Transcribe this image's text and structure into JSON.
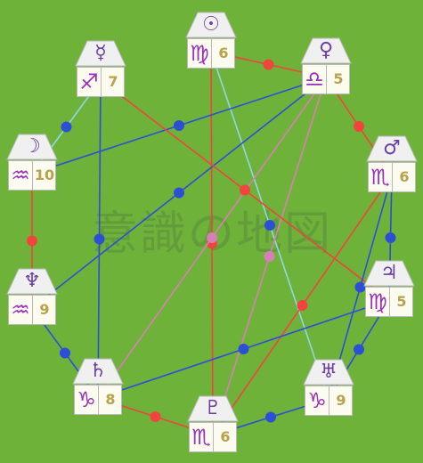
{
  "watermark": "意識の地図",
  "colors": {
    "background": "#6fb23a",
    "red_line": "#f0443c",
    "blue_line": "#2d4fd6",
    "lightblue_line": "#8fd6e8",
    "pink_line": "#d77fb6",
    "planet_glyph": "#6a3fa0",
    "sign_glyph": "#9c2fb8",
    "house_number": "#b8a24a"
  },
  "houses": [
    {
      "id": "sun",
      "planet": "☉",
      "sign": "♍",
      "number": "6"
    },
    {
      "id": "venus",
      "planet": "♀",
      "sign": "♎",
      "number": "5"
    },
    {
      "id": "mars",
      "planet": "♂",
      "sign": "♏",
      "number": "6"
    },
    {
      "id": "jupiter",
      "planet": "♃",
      "sign": "♍",
      "number": "5"
    },
    {
      "id": "uranus",
      "planet": "♅",
      "sign": "♑",
      "number": "9"
    },
    {
      "id": "pluto",
      "planet": "♇",
      "sign": "♏",
      "number": "6"
    },
    {
      "id": "saturn",
      "planet": "♄",
      "sign": "♑",
      "number": "8"
    },
    {
      "id": "neptune",
      "planet": "♆",
      "sign": "♒",
      "number": "9"
    },
    {
      "id": "moon",
      "planet": "☽",
      "sign": "♒",
      "number": "10"
    },
    {
      "id": "mercury",
      "planet": "☿",
      "sign": "♐",
      "number": "7"
    }
  ],
  "connections": [
    {
      "from": "sun",
      "to": "venus",
      "color": "red_line"
    },
    {
      "from": "venus",
      "to": "mars",
      "color": "red_line"
    },
    {
      "from": "mars",
      "to": "jupiter",
      "color": "blue_line"
    },
    {
      "from": "jupiter",
      "to": "uranus",
      "color": "blue_line"
    },
    {
      "from": "uranus",
      "to": "pluto",
      "color": "blue_line"
    },
    {
      "from": "pluto",
      "to": "saturn",
      "color": "red_line"
    },
    {
      "from": "saturn",
      "to": "neptune",
      "color": "blue_line"
    },
    {
      "from": "neptune",
      "to": "moon",
      "color": "red_line"
    },
    {
      "from": "moon",
      "to": "mercury",
      "color": "lightblue_line"
    },
    {
      "from": "sun",
      "to": "pluto",
      "color": "red_line"
    },
    {
      "from": "sun",
      "to": "uranus",
      "color": "lightblue_line"
    },
    {
      "from": "venus",
      "to": "moon",
      "color": "blue_line"
    },
    {
      "from": "venus",
      "to": "neptune",
      "color": "blue_line"
    },
    {
      "from": "venus",
      "to": "saturn",
      "color": "pink_line"
    },
    {
      "from": "venus",
      "to": "pluto",
      "color": "pink_line"
    },
    {
      "from": "mercury",
      "to": "saturn",
      "color": "blue_line"
    },
    {
      "from": "mercury",
      "to": "jupiter",
      "color": "red_line"
    },
    {
      "from": "mars",
      "to": "uranus",
      "color": "blue_line"
    },
    {
      "from": "mars",
      "to": "pluto",
      "color": "red_line"
    },
    {
      "from": "jupiter",
      "to": "saturn",
      "color": "blue_line"
    }
  ]
}
